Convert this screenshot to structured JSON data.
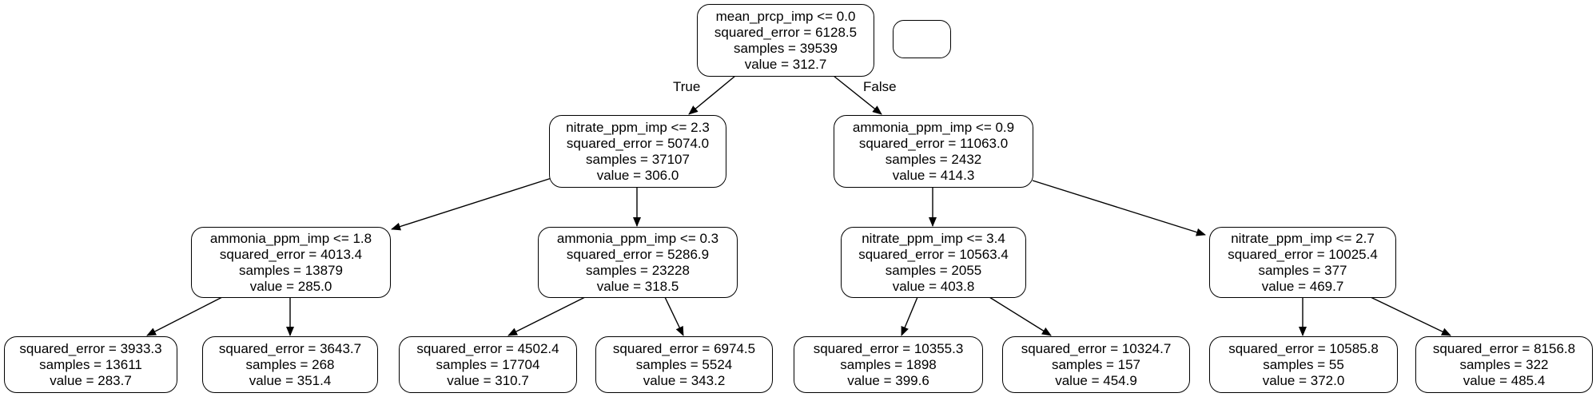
{
  "edge_labels": {
    "true_label": "True",
    "false_label": "False"
  },
  "nodes": [
    {
      "id": "root",
      "lines": [
        "mean_prcp_imp <= 0.0",
        "squared_error = 6128.5",
        "samples = 39539",
        "value = 312.7"
      ]
    },
    {
      "id": "n1",
      "lines": [
        "nitrate_ppm_imp <= 2.3",
        "squared_error = 5074.0",
        "samples = 37107",
        "value = 306.0"
      ]
    },
    {
      "id": "n2",
      "lines": [
        "ammonia_ppm_imp <= 0.9",
        "squared_error = 11063.0",
        "samples = 2432",
        "value = 414.3"
      ]
    },
    {
      "id": "n3",
      "lines": [
        "ammonia_ppm_imp <= 1.8",
        "squared_error = 4013.4",
        "samples = 13879",
        "value = 285.0"
      ]
    },
    {
      "id": "n4",
      "lines": [
        "ammonia_ppm_imp <= 0.3",
        "squared_error = 5286.9",
        "samples = 23228",
        "value = 318.5"
      ]
    },
    {
      "id": "n5",
      "lines": [
        "nitrate_ppm_imp <= 3.4",
        "squared_error = 10563.4",
        "samples = 2055",
        "value = 403.8"
      ]
    },
    {
      "id": "n6",
      "lines": [
        "nitrate_ppm_imp <= 2.7",
        "squared_error = 10025.4",
        "samples = 377",
        "value = 469.7"
      ]
    },
    {
      "id": "l1",
      "lines": [
        "squared_error = 3933.3",
        "samples = 13611",
        "value = 283.7"
      ]
    },
    {
      "id": "l2",
      "lines": [
        "squared_error = 3643.7",
        "samples = 268",
        "value = 351.4"
      ]
    },
    {
      "id": "l3",
      "lines": [
        "squared_error = 4502.4",
        "samples = 17704",
        "value = 310.7"
      ]
    },
    {
      "id": "l4",
      "lines": [
        "squared_error = 6974.5",
        "samples = 5524",
        "value = 343.2"
      ]
    },
    {
      "id": "l5",
      "lines": [
        "squared_error = 10355.3",
        "samples = 1898",
        "value = 399.6"
      ]
    },
    {
      "id": "l6",
      "lines": [
        "squared_error = 10324.7",
        "samples = 157",
        "value = 454.9"
      ]
    },
    {
      "id": "l7",
      "lines": [
        "squared_error = 10585.8",
        "samples = 55",
        "value = 372.0"
      ]
    },
    {
      "id": "l8",
      "lines": [
        "squared_error = 8156.8",
        "samples = 322",
        "value = 485.4"
      ]
    }
  ]
}
